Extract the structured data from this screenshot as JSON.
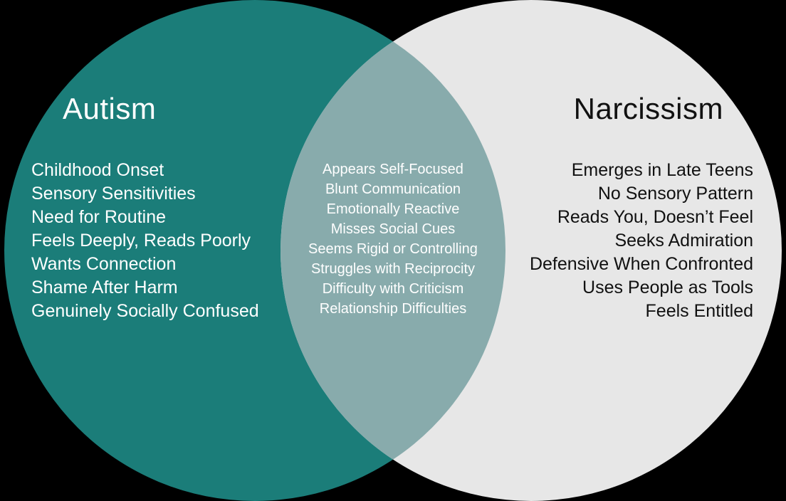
{
  "venn": {
    "left": {
      "title": "Autism",
      "items": [
        "Childhood Onset",
        "Sensory Sensitivities",
        "Need for Routine",
        "Feels Deeply, Reads Poorly",
        "Wants Connection",
        "Shame After Harm",
        "Genuinely Socially Confused"
      ]
    },
    "overlap": {
      "items": [
        "Appears Self-Focused",
        "Blunt Communication",
        "Emotionally Reactive",
        "Misses Social Cues",
        "Seems Rigid or Controlling",
        "Struggles with Reciprocity",
        "Difficulty with Criticism",
        "Relationship Difficulties"
      ]
    },
    "right": {
      "title": "Narcissism",
      "items": [
        "Emerges in Late Teens",
        "No Sensory Pattern",
        "Reads You, Doesn’t Feel",
        "Seeks Admiration",
        "Defensive When Confronted",
        "Uses People as Tools",
        "Feels Entitled"
      ]
    }
  },
  "colors": {
    "background": "#000000",
    "left-circle": "#1b7d79",
    "right-circle": "#e7e7e7",
    "overlap": "#88abac",
    "left-text": "#ffffff",
    "right-text": "#111111",
    "overlap-text": "#ffffff"
  }
}
